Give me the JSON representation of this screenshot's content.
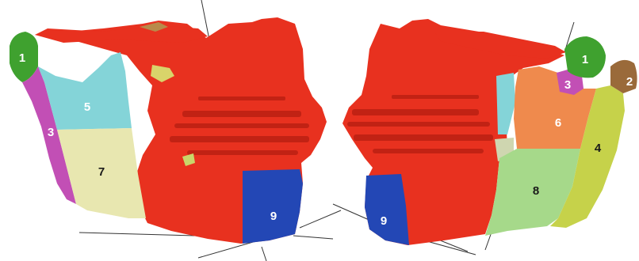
{
  "figure": {
    "left_view": {
      "labels": [
        "1",
        "3",
        "5",
        "7",
        "9"
      ]
    },
    "right_view": {
      "labels": [
        "1",
        "2",
        "3",
        "4",
        "6",
        "8",
        "9"
      ]
    }
  },
  "colors": {
    "background": "#ffffff",
    "body_red": "#e8311f",
    "region_1": "#3fa12f",
    "region_2": "#9a6a3a",
    "region_3": "#c24fb5",
    "region_4": "#c6d24a",
    "region_5": "#84d4d8",
    "region_6": "#ef8a4d",
    "region_7": "#e8e7b0",
    "region_8": "#a6d98a",
    "region_9": "#2347b5",
    "leader_line": "#333333"
  }
}
